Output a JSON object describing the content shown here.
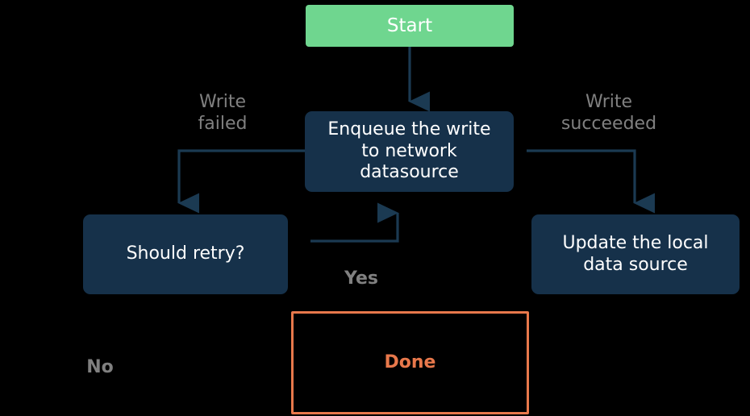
{
  "diagram": {
    "title": "Write-through / retry flowchart",
    "background_color": "#000000",
    "stroke_color": "#1B3A52",
    "nodes": {
      "start": {
        "label": "Start",
        "fill": "#6FD68F",
        "text_color": "#FFFFFF",
        "shape": "rounded-rect"
      },
      "enqueue": {
        "label": "Enqueue the write to network datasource",
        "fill": "#16314A",
        "text_color": "#FFFFFF",
        "shape": "rounded-rect"
      },
      "should_retry": {
        "label": "Should retry?",
        "fill": "#16314A",
        "text_color": "#FFFFFF",
        "shape": "rounded-rect"
      },
      "update_local": {
        "label": "Update the local data source",
        "fill": "#16314A",
        "text_color": "#FFFFFF",
        "shape": "rounded-rect"
      },
      "done": {
        "label": "Done",
        "fill": "transparent",
        "border_color": "#E8784B",
        "text_color": "#E8784B",
        "shape": "rect"
      }
    },
    "edge_labels": {
      "write_failed": "Write\nfailed",
      "write_succeeded": "Write\nsucceeded",
      "yes": "Yes",
      "no": "No",
      "color": "#808080"
    },
    "edges": [
      {
        "from": "start",
        "to": "enqueue",
        "label": ""
      },
      {
        "from": "enqueue",
        "to": "should_retry",
        "label": "Write failed"
      },
      {
        "from": "enqueue",
        "to": "update_local",
        "label": "Write succeeded"
      },
      {
        "from": "should_retry",
        "to": "enqueue",
        "label": "Yes"
      },
      {
        "from": "should_retry",
        "to": "done",
        "label": "No"
      }
    ]
  }
}
